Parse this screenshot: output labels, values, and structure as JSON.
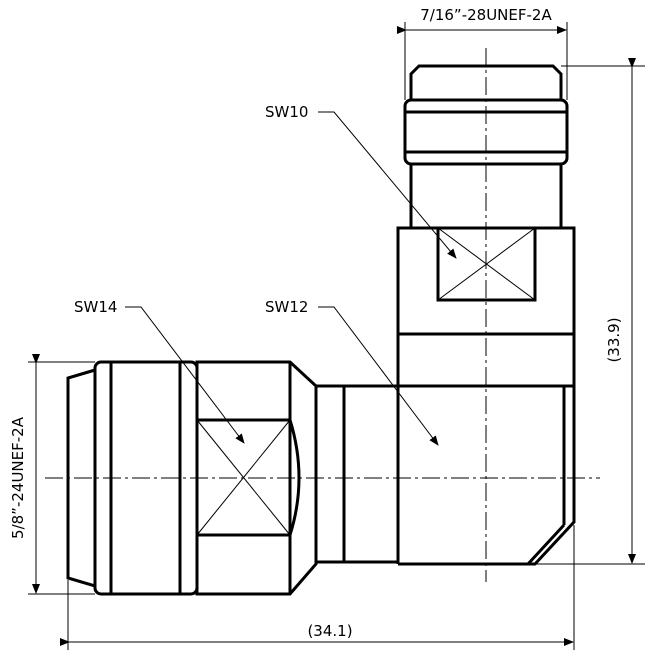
{
  "labels": {
    "thread_top": "7/16”-28UNEF-2A",
    "thread_left": "5/8”-24UNEF-2A",
    "sw10": "SW10",
    "sw12": "SW12",
    "sw14": "SW14",
    "dim_height": "(33.9)",
    "dim_width": "(34.1)"
  }
}
